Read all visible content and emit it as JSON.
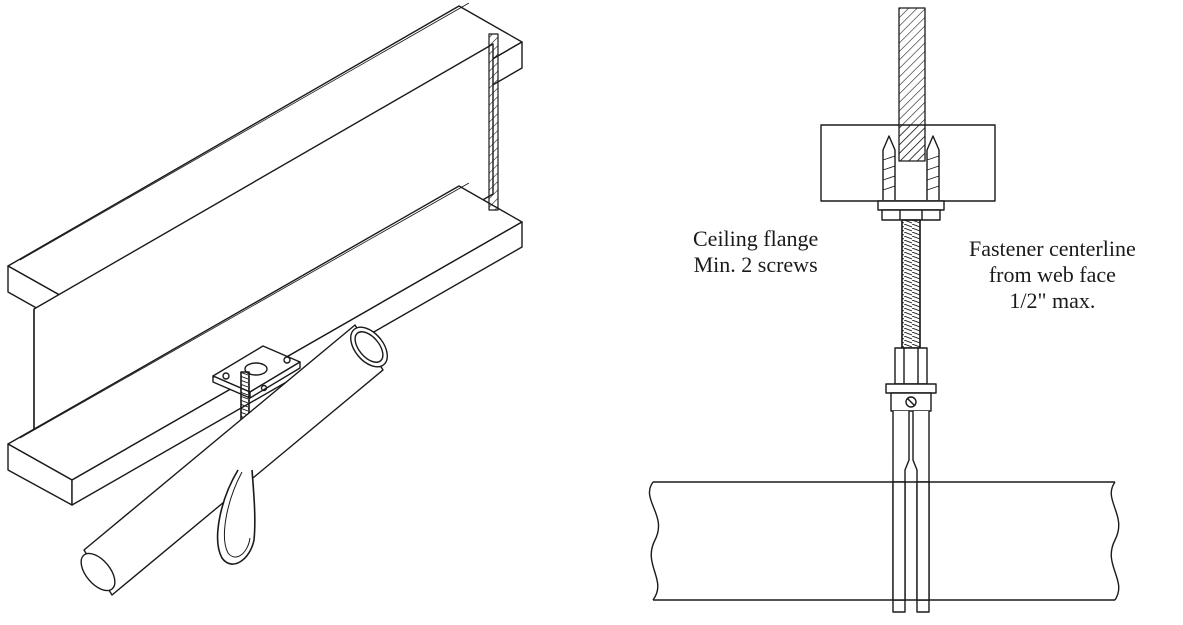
{
  "labels": {
    "ceiling_flange": [
      "Ceiling flange",
      "Min. 2 screws"
    ],
    "fastener": [
      "Fastener centerline",
      "from web face",
      "1/2\" max."
    ]
  },
  "colors": {
    "line": "#1a1a1a",
    "background": "#ffffff"
  }
}
